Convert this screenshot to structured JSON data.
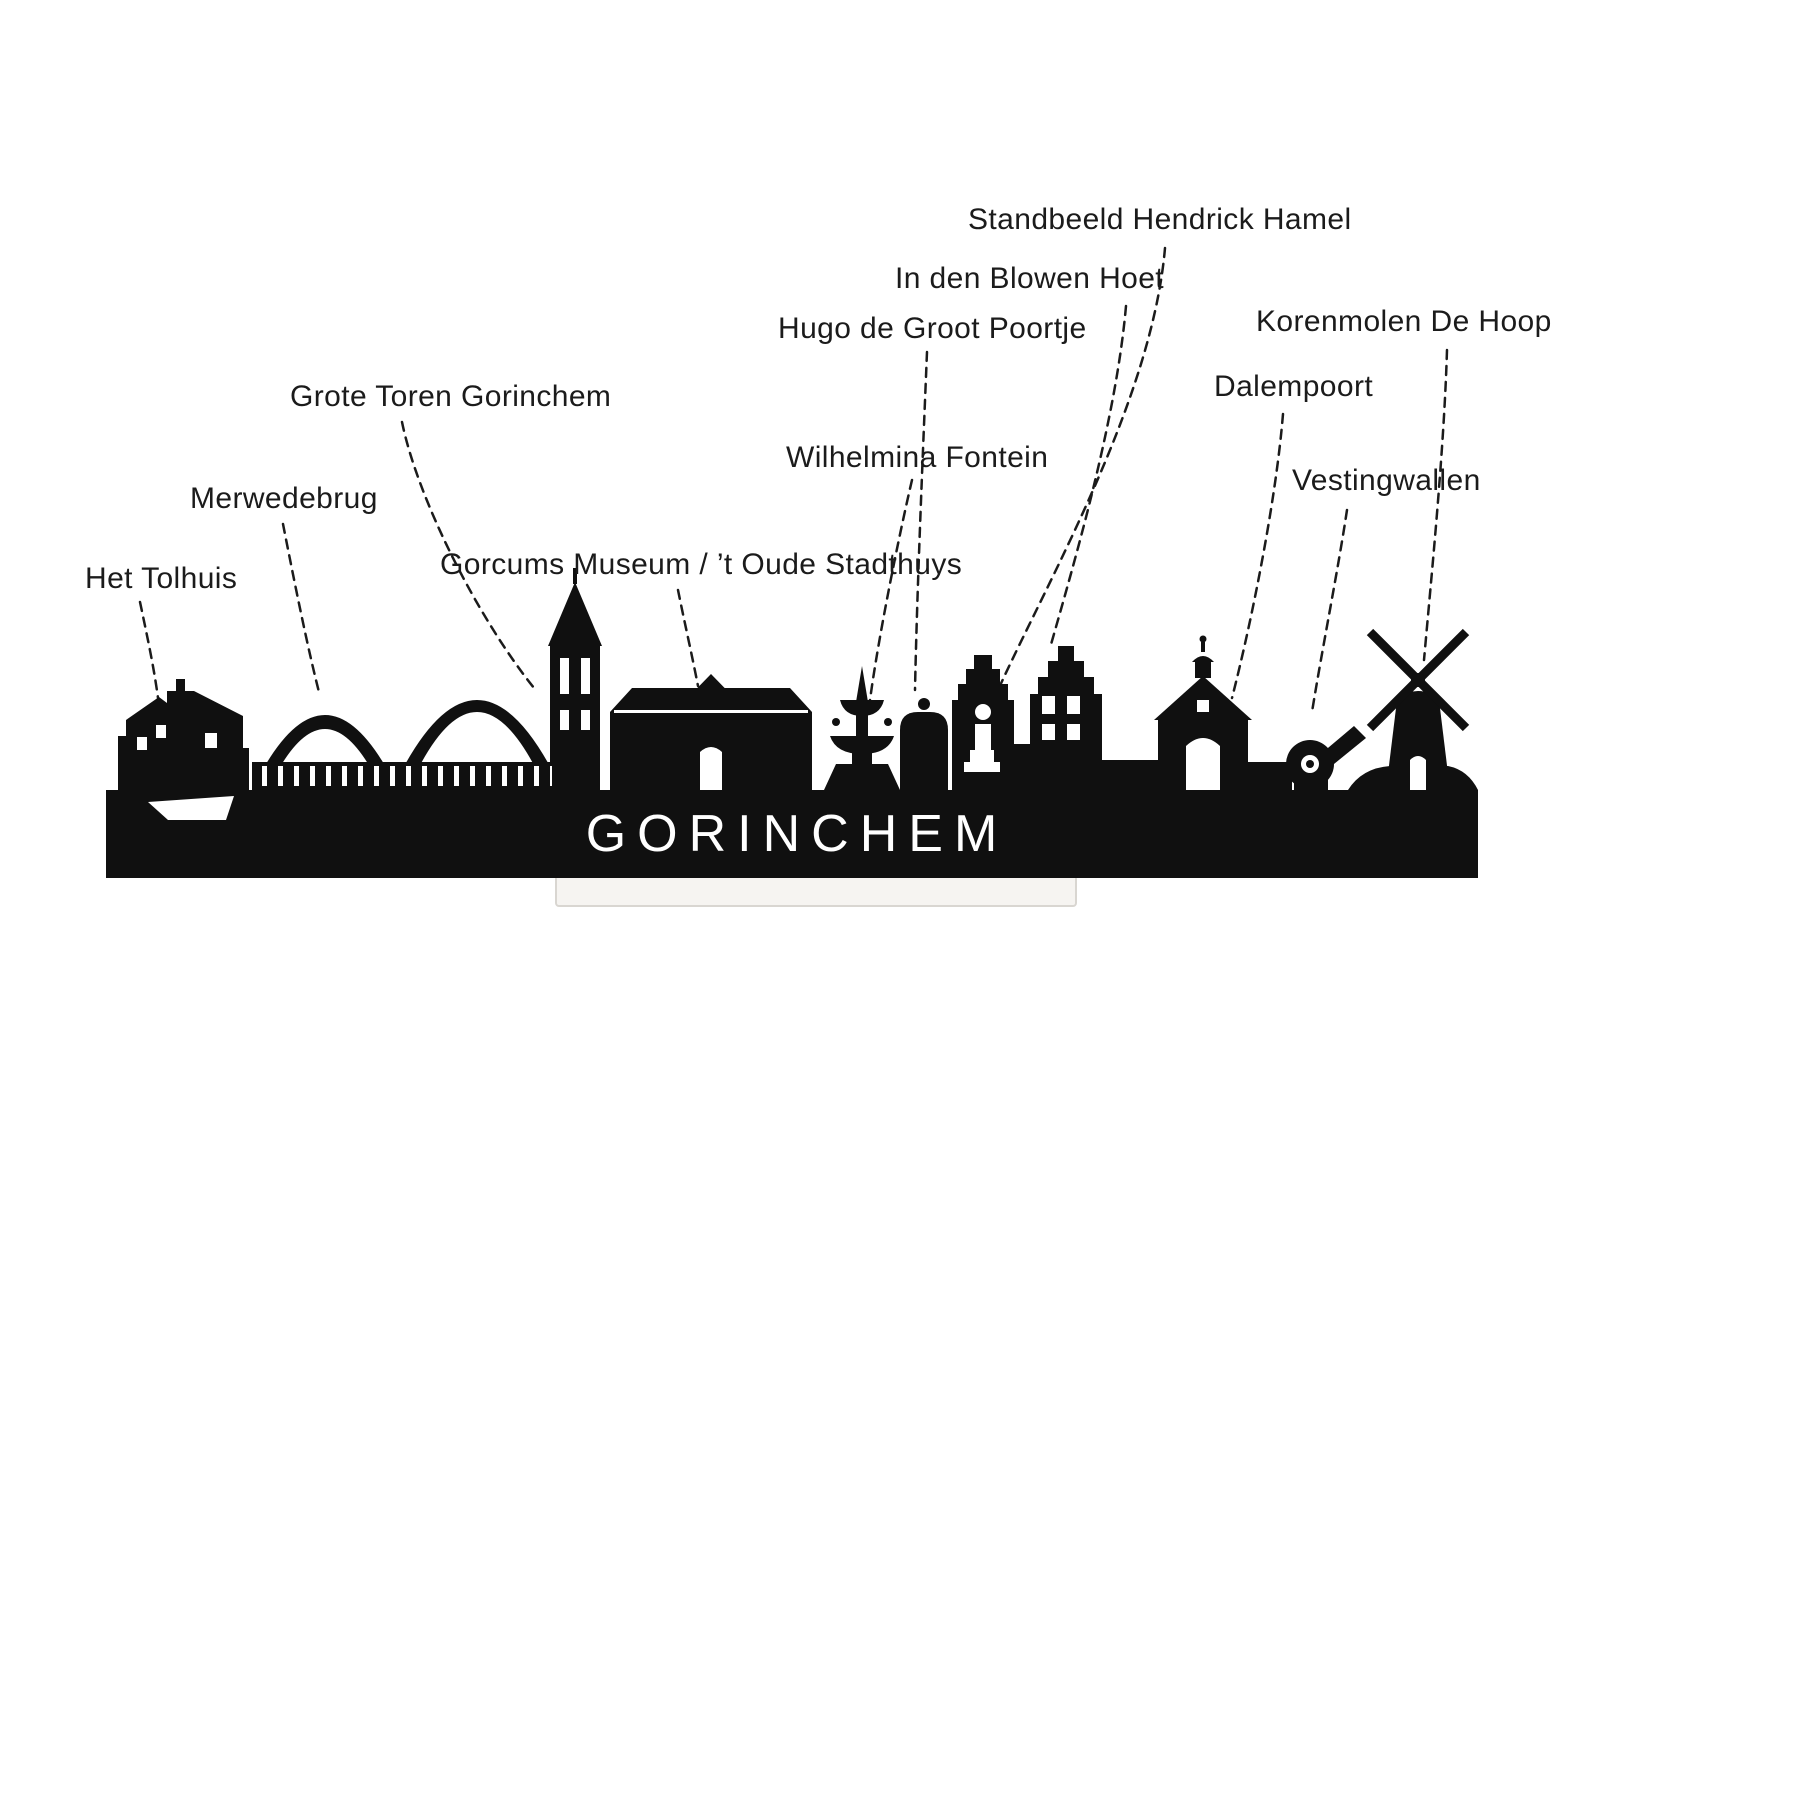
{
  "skyline": {
    "title": "GORINCHEM",
    "silhouette_color": "#101010",
    "ink_color": "#1b1b1b",
    "stand_fill": "#f6f4f1",
    "stand_border": "#d9d6d1"
  },
  "labels": [
    {
      "id": "standbeeld-hendrick-hamel",
      "text": "Standbeeld Hendrick Hamel"
    },
    {
      "id": "in-den-blowen-hoet",
      "text": "In den Blowen Hoet"
    },
    {
      "id": "hugo-de-groot-poortje",
      "text": "Hugo de Groot Poortje"
    },
    {
      "id": "korenmolen-de-hoop",
      "text": "Korenmolen De Hoop"
    },
    {
      "id": "dalempoort",
      "text": "Dalempoort"
    },
    {
      "id": "grote-toren-gorinchem",
      "text": "Grote Toren Gorinchem"
    },
    {
      "id": "wilhelmina-fontein",
      "text": "Wilhelmina Fontein"
    },
    {
      "id": "vestingwallen",
      "text": "Vestingwallen"
    },
    {
      "id": "merwedebrug",
      "text": "Merwedebrug"
    },
    {
      "id": "gorcums-museum",
      "text": "Gorcums Museum / ’t Oude Stadthuys"
    },
    {
      "id": "het-tolhuis",
      "text": "Het Tolhuis"
    }
  ]
}
